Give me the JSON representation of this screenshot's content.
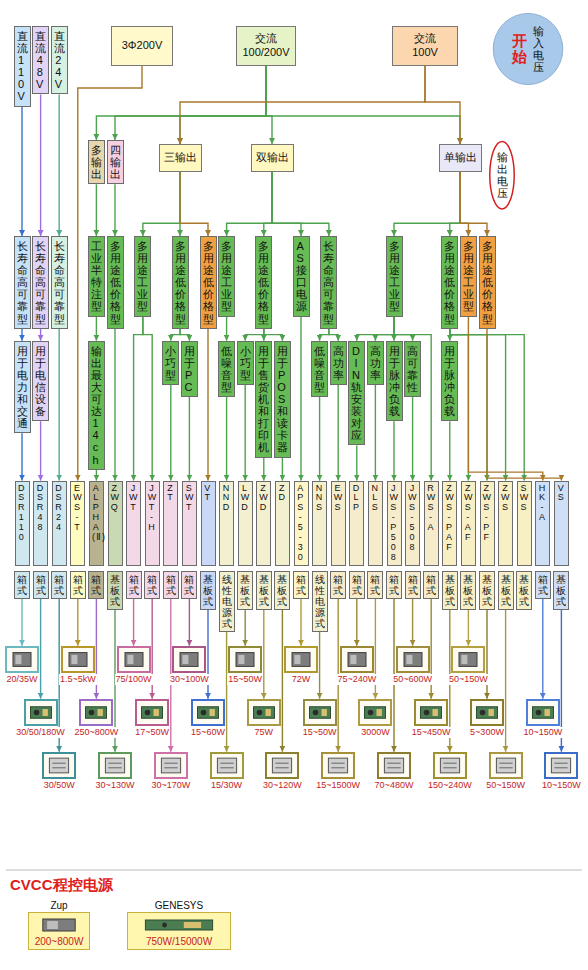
{
  "diagram": {
    "nodes": [
      {
        "text": [
          "直流110V"
        ]
      },
      {
        "text": [
          "直流48V"
        ]
      },
      {
        "text": [
          "直流24V"
        ]
      },
      {
        "text": [
          "3Φ200V"
        ]
      },
      {
        "text": [
          "交流 100/200V"
        ]
      },
      {
        "text": [
          "交流 100V"
        ]
      },
      {
        "text": [
          "输入电压",
          "开始"
        ]
      },
      {
        "text": [
          "多输出"
        ]
      },
      {
        "text": [
          "四输出"
        ]
      },
      {
        "text": [
          "三输出"
        ]
      },
      {
        "text": [
          "双输出"
        ]
      },
      {
        "text": [
          "单输出"
        ]
      },
      {
        "text": [
          "输出电压"
        ]
      },
      {
        "text": [
          "长寿命高可靠型"
        ]
      },
      {
        "text": [
          "长寿命高可靠型"
        ]
      },
      {
        "text": [
          "长寿命高可靠型"
        ]
      },
      {
        "text": [
          "工业半特注型"
        ]
      },
      {
        "text": [
          "多用途低价格型"
        ]
      },
      {
        "text": [
          "多用途工业型"
        ]
      },
      {
        "text": [
          "多用途低价格型"
        ]
      },
      {
        "text": [
          "多用途低价格型"
        ]
      },
      {
        "text": [
          "多用途工业型"
        ]
      },
      {
        "text": [
          "多用途低价格型"
        ]
      },
      {
        "text": [
          "AS接口电源"
        ]
      },
      {
        "text": [
          "长寿命高可靠型"
        ]
      },
      {
        "text": [
          "多用途工业型"
        ]
      },
      {
        "text": [
          "多用途低价格型"
        ]
      },
      {
        "text": [
          "多用途工业型"
        ]
      },
      {
        "text": [
          "多用途低价格型"
        ]
      },
      {
        "text": [
          "用于电力和交通"
        ]
      },
      {
        "text": [
          "用于电信设备"
        ]
      },
      {
        "text": [
          "输出最大可达14ch"
        ]
      },
      {
        "text": [
          "小巧型"
        ]
      },
      {
        "text": [
          "用于PC"
        ]
      },
      {
        "text": [
          "低噪音型"
        ]
      },
      {
        "text": [
          "小巧型"
        ]
      },
      {
        "text": [
          "用于售货机和打印机"
        ]
      },
      {
        "text": [
          "用于POS和读卡器"
        ]
      },
      {
        "text": [
          "低噪音型"
        ]
      },
      {
        "text": [
          "高功率"
        ]
      },
      {
        "text": [
          "DIN轨安装对应"
        ]
      },
      {
        "text": [
          "高功率"
        ]
      },
      {
        "text": [
          "用于脉冲负载"
        ]
      },
      {
        "text": [
          "高可靠性"
        ]
      },
      {
        "text": [
          "用于脉冲负载"
        ]
      },
      {
        "text": [
          "DSR110"
        ]
      },
      {
        "text": [
          "DSR48"
        ]
      },
      {
        "text": [
          "DSR24"
        ]
      },
      {
        "text": [
          "EWS-T"
        ]
      },
      {
        "text": [
          "ALPHA(Ⅱ)"
        ]
      },
      {
        "text": [
          "ZWQ"
        ]
      },
      {
        "text": [
          "JWT"
        ]
      },
      {
        "text": [
          "JWT-H"
        ]
      },
      {
        "text": [
          "ZT"
        ]
      },
      {
        "text": [
          "SWT"
        ]
      },
      {
        "text": [
          "VT"
        ]
      },
      {
        "text": [
          "NND"
        ]
      },
      {
        "text": [
          "LWD"
        ]
      },
      {
        "text": [
          "ZWD"
        ]
      },
      {
        "text": [
          "ZD"
        ]
      },
      {
        "text": [
          "APS-5-30"
        ]
      },
      {
        "text": [
          "NNS"
        ]
      },
      {
        "text": [
          "EWS"
        ]
      },
      {
        "text": [
          "DLP"
        ]
      },
      {
        "text": [
          "NLS"
        ]
      },
      {
        "text": [
          "JWS-P508"
        ]
      },
      {
        "text": [
          "JWS-508"
        ]
      },
      {
        "text": [
          "RWS-A"
        ]
      },
      {
        "text": [
          "ZWS-PAF"
        ]
      },
      {
        "text": [
          "ZWS-AF"
        ]
      },
      {
        "text": [
          "ZWS-PF"
        ]
      },
      {
        "text": [
          "ZWS"
        ]
      },
      {
        "text": [
          "SWS"
        ]
      },
      {
        "text": [
          "HK-A"
        ]
      },
      {
        "text": [
          "VS"
        ]
      },
      {
        "text": [
          "箱式"
        ]
      },
      {
        "text": [
          "箱式"
        ]
      },
      {
        "text": [
          "箱式"
        ]
      },
      {
        "text": [
          "箱式"
        ]
      },
      {
        "text": [
          "箱式"
        ]
      },
      {
        "text": [
          "基板式"
        ]
      },
      {
        "text": [
          "箱式"
        ]
      },
      {
        "text": [
          "箱式"
        ]
      },
      {
        "text": [
          "箱式"
        ]
      },
      {
        "text": [
          "箱式"
        ]
      },
      {
        "text": [
          "基板式"
        ]
      },
      {
        "text": [
          "线性电源式"
        ]
      },
      {
        "text": [
          "基板式"
        ]
      },
      {
        "text": [
          "基板式"
        ]
      },
      {
        "text": [
          "基板式"
        ]
      },
      {
        "text": [
          "箱式"
        ]
      },
      {
        "text": [
          "线性电源式"
        ]
      },
      {
        "text": [
          "箱式"
        ]
      },
      {
        "text": [
          "箱式"
        ]
      },
      {
        "text": [
          "箱式"
        ]
      },
      {
        "text": [
          "箱式"
        ]
      },
      {
        "text": [
          "箱式"
        ]
      },
      {
        "text": [
          "箱式"
        ]
      },
      {
        "text": [
          "基板式"
        ]
      },
      {
        "text": [
          "基板式"
        ]
      },
      {
        "text": [
          "基板式"
        ]
      },
      {
        "text": [
          "基板式"
        ]
      },
      {
        "text": [
          "基板式"
        ]
      },
      {
        "text": [
          "箱式"
        ]
      },
      {
        "text": [
          "基板式"
        ]
      },
      {
        "text": [
          "20/35W"
        ]
      },
      {
        "text": [
          "30/50/180W"
        ]
      },
      {
        "text": [
          "30/50W"
        ]
      },
      {
        "text": [
          "1.5~5kW"
        ]
      },
      {
        "text": [
          "250~800W"
        ]
      },
      {
        "text": [
          "30~130W"
        ]
      },
      {
        "text": [
          "75/100W"
        ]
      },
      {
        "text": [
          "17~50W"
        ]
      },
      {
        "text": [
          "30~170W"
        ]
      },
      {
        "text": [
          "30~100W"
        ]
      },
      {
        "text": [
          "15~60W"
        ]
      },
      {
        "text": [
          "15/30W"
        ]
      },
      {
        "text": [
          "15~50W"
        ]
      },
      {
        "text": [
          "75W"
        ]
      },
      {
        "text": [
          "30~120W"
        ]
      },
      {
        "text": [
          "72W"
        ]
      },
      {
        "text": [
          "15~50W"
        ]
      },
      {
        "text": [
          "15~1500W"
        ]
      },
      {
        "text": [
          "75~240W"
        ]
      },
      {
        "text": [
          "3000W"
        ]
      },
      {
        "text": [
          "70~480W"
        ]
      },
      {
        "text": [
          "50~600W"
        ]
      },
      {
        "text": [
          "15~450W"
        ]
      },
      {
        "text": [
          "150~240W"
        ]
      },
      {
        "text": [
          "50~150W"
        ]
      },
      {
        "text": [
          "5~300W"
        ]
      },
      {
        "text": [
          "50~150W"
        ]
      },
      {
        "text": [
          "10~150W"
        ]
      },
      {
        "text": [
          "10~150W"
        ]
      },
      {
        "text": [
          "Zup",
          "200~800W"
        ]
      },
      {
        "text": [
          "GENESYS",
          "750W/15000W"
        ]
      }
    ],
    "edges": [
      {
        "from": 0,
        "to": 13,
        "arrow": "to"
      },
      {
        "from": 1,
        "to": 14,
        "arrow": "to"
      },
      {
        "from": 2,
        "to": 15,
        "arrow": "to"
      },
      {
        "from": 3,
        "to": 48,
        "arrow": "to"
      },
      {
        "from": 4,
        "to": 7,
        "arrow": "to"
      },
      {
        "from": 4,
        "to": 8,
        "arrow": "to"
      },
      {
        "from": 4,
        "to": 9,
        "arrow": "to"
      },
      {
        "from": 4,
        "to": 10,
        "arrow": "to"
      },
      {
        "from": 4,
        "to": 11,
        "arrow": "to"
      },
      {
        "from": 5,
        "to": 9,
        "arrow": "to"
      },
      {
        "from": 5,
        "to": 11,
        "arrow": "to"
      },
      {
        "from": 7,
        "to": 16,
        "arrow": "to"
      },
      {
        "from": 8,
        "to": 17,
        "arrow": "to"
      },
      {
        "from": 9,
        "to": 18,
        "arrow": "to"
      },
      {
        "from": 9,
        "to": 19,
        "arrow": "to"
      },
      {
        "from": 9,
        "to": 20,
        "arrow": "to"
      },
      {
        "from": 10,
        "to": 21,
        "arrow": "to"
      },
      {
        "from": 10,
        "to": 22,
        "arrow": "to"
      },
      {
        "from": 10,
        "to": 23,
        "arrow": "to"
      },
      {
        "from": 10,
        "to": 24,
        "arrow": "to"
      },
      {
        "from": 11,
        "to": 25,
        "arrow": "to"
      },
      {
        "from": 11,
        "to": 26,
        "arrow": "to"
      },
      {
        "from": 11,
        "to": 27,
        "arrow": "to"
      },
      {
        "from": 11,
        "to": 28,
        "arrow": "to"
      },
      {
        "from": 13,
        "to": 29,
        "arrow": "to"
      },
      {
        "from": 14,
        "to": 30,
        "arrow": "to"
      },
      {
        "from": 15,
        "to": 47,
        "arrow": "to"
      },
      {
        "from": 16,
        "to": 31,
        "arrow": "to"
      },
      {
        "from": 17,
        "to": 50,
        "arrow": "to"
      },
      {
        "from": 18,
        "to": 51,
        "arrow": "to"
      },
      {
        "from": 18,
        "to": 52,
        "arrow": "to"
      },
      {
        "from": 19,
        "to": 32,
        "arrow": "to"
      },
      {
        "from": 19,
        "to": 33,
        "arrow": "to"
      },
      {
        "from": 20,
        "to": 55,
        "arrow": "to"
      },
      {
        "from": 21,
        "to": 34,
        "arrow": "to"
      },
      {
        "from": 22,
        "to": 35,
        "arrow": "to"
      },
      {
        "from": 22,
        "to": 36,
        "arrow": "to"
      },
      {
        "from": 22,
        "to": 37,
        "arrow": "to"
      },
      {
        "from": 23,
        "to": 60,
        "arrow": "to"
      },
      {
        "from": 24,
        "to": 38,
        "arrow": "to"
      },
      {
        "from": 24,
        "to": 39,
        "arrow": "to"
      },
      {
        "from": 25,
        "to": 40,
        "arrow": "to"
      },
      {
        "from": 25,
        "to": 41,
        "arrow": "to"
      },
      {
        "from": 25,
        "to": 42,
        "arrow": "to"
      },
      {
        "from": 25,
        "to": 43,
        "arrow": "to"
      },
      {
        "from": 25,
        "to": 67,
        "arrow": "to"
      },
      {
        "from": 26,
        "to": 44,
        "arrow": "to"
      },
      {
        "from": 26,
        "to": 69,
        "arrow": "to"
      },
      {
        "from": 26,
        "to": 70,
        "arrow": "to"
      },
      {
        "from": 26,
        "to": 71,
        "arrow": "to"
      },
      {
        "from": 26,
        "to": 72,
        "arrow": "to"
      },
      {
        "from": 27,
        "to": 73,
        "arrow": "to"
      },
      {
        "from": 28,
        "to": 74,
        "arrow": "to"
      },
      {
        "from": 29,
        "to": 45,
        "arrow": "to"
      },
      {
        "from": 30,
        "to": 46,
        "arrow": "to"
      },
      {
        "from": 31,
        "to": 49,
        "arrow": "to"
      },
      {
        "from": 32,
        "to": 53,
        "arrow": "to"
      },
      {
        "from": 33,
        "to": 54,
        "arrow": "to"
      },
      {
        "from": 34,
        "to": 56,
        "arrow": "to"
      },
      {
        "from": 35,
        "to": 57,
        "arrow": "to"
      },
      {
        "from": 36,
        "to": 58,
        "arrow": "to"
      },
      {
        "from": 37,
        "to": 59,
        "arrow": "to"
      },
      {
        "from": 38,
        "to": 61,
        "arrow": "to"
      },
      {
        "from": 39,
        "to": 62,
        "arrow": "to"
      },
      {
        "from": 40,
        "to": 63,
        "arrow": "to"
      },
      {
        "from": 41,
        "to": 64,
        "arrow": "to"
      },
      {
        "from": 42,
        "to": 65,
        "arrow": "to"
      },
      {
        "from": 43,
        "to": 66,
        "arrow": "to"
      },
      {
        "from": 44,
        "to": 68,
        "arrow": "to"
      },
      {
        "from": 75,
        "to": 105,
        "arrow": "to"
      },
      {
        "from": 76,
        "to": 106,
        "arrow": "to"
      },
      {
        "from": 77,
        "to": 107,
        "arrow": "to"
      },
      {
        "from": 78,
        "to": 108,
        "arrow": "to"
      },
      {
        "from": 79,
        "to": 109,
        "arrow": "to"
      },
      {
        "from": 80,
        "to": 110,
        "arrow": "to"
      },
      {
        "from": 81,
        "to": 111,
        "arrow": "to"
      },
      {
        "from": 82,
        "to": 112,
        "arrow": "to"
      },
      {
        "from": 83,
        "to": 113,
        "arrow": "to"
      },
      {
        "from": 84,
        "to": 114,
        "arrow": "to"
      },
      {
        "from": 85,
        "to": 115,
        "arrow": "to"
      },
      {
        "from": 86,
        "to": 116,
        "arrow": "to"
      },
      {
        "from": 87,
        "to": 117,
        "arrow": "to"
      },
      {
        "from": 88,
        "to": 118,
        "arrow": "to"
      },
      {
        "from": 89,
        "to": 119,
        "arrow": "to"
      },
      {
        "from": 90,
        "to": 120,
        "arrow": "to"
      },
      {
        "from": 91,
        "to": 121,
        "arrow": "to"
      },
      {
        "from": 92,
        "to": 122,
        "arrow": "to"
      },
      {
        "from": 93,
        "to": 123,
        "arrow": "to"
      },
      {
        "from": 94,
        "to": 124,
        "arrow": "to"
      },
      {
        "from": 95,
        "to": 125,
        "arrow": "to"
      },
      {
        "from": 96,
        "to": 126,
        "arrow": "to"
      },
      {
        "from": 97,
        "to": 127,
        "arrow": "to"
      },
      {
        "from": 98,
        "to": 128,
        "arrow": "to"
      },
      {
        "from": 99,
        "to": 129,
        "arrow": "to"
      },
      {
        "from": 100,
        "to": 130,
        "arrow": "to"
      },
      {
        "from": 101,
        "to": 131,
        "arrow": "to"
      },
      {
        "from": 103,
        "to": 132,
        "arrow": "to"
      },
      {
        "from": 104,
        "to": 133,
        "arrow": "to"
      }
    ],
    "labels": [
      "CVCC程控电源"
    ]
  }
}
